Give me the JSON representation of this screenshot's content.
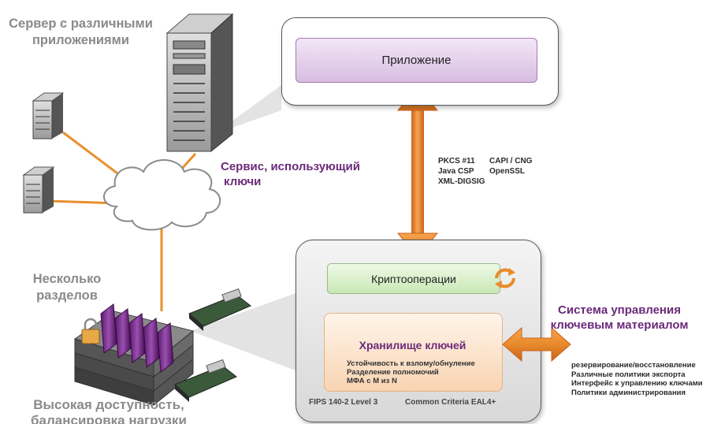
{
  "labels": {
    "server_title_line1": "Сервер с различными",
    "server_title_line2": "приложениями",
    "service_line1": "Сервис, использующий",
    "service_line2": "ключи",
    "partitions_line1": "Несколько",
    "partitions_line2": "разделов",
    "ha_line1": "Высокая доступность,",
    "ha_line2": "балансировка нагрузки",
    "kms_line1": "Система управления",
    "kms_line2": "ключевым материалом"
  },
  "app_box_label": "Приложение",
  "crypto_box_label": "Криптооперации",
  "keystore": {
    "title": "Хранилище ключей",
    "features": [
      "Устойчивость к взлому/обнуление",
      "Разделение полномочий",
      "МФА с M из N"
    ]
  },
  "certifications": {
    "fips": "FIPS 140-2 Level 3",
    "cc": "Common Criteria EAL4+"
  },
  "apis": {
    "col1": [
      "PKCS #11",
      "Java CSP",
      "XML-DIGSIG"
    ],
    "col2": [
      "CAPI / CNG",
      "OpenSSL"
    ]
  },
  "kms_features": [
    "резервирование/восстановление",
    "Различные политики экспорта",
    "Интерфейс к управлению ключами",
    "Политики администрирования"
  ],
  "colors": {
    "purple_text": "#6b2a7a",
    "orange_arrow": "#e98a2c",
    "gray_text": "#8a8a8a"
  },
  "icons": [
    "server-tower-icon",
    "small-server-icon",
    "cloud-icon",
    "hsm-appliance-icon",
    "pci-card-icon",
    "refresh-cycle-icon",
    "double-arrow-icon"
  ]
}
